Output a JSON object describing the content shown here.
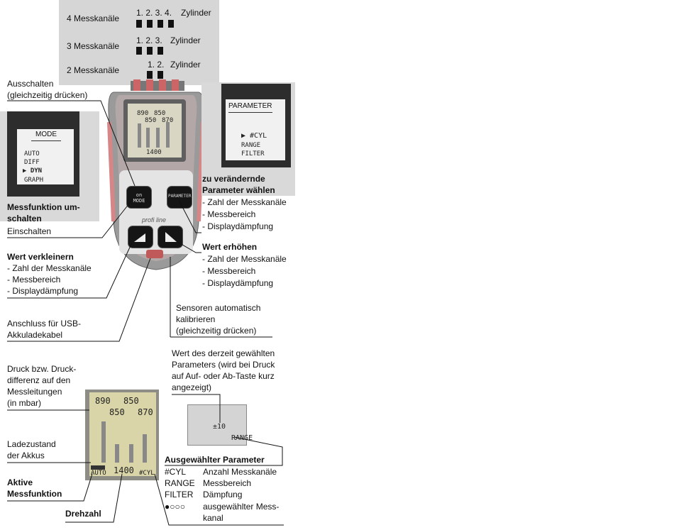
{
  "connectors": {
    "rows": [
      {
        "label": "4 Messkanäle",
        "numbers": "1.  2.  3. 4.",
        "suffix": "Zylinder"
      },
      {
        "label": "3 Messkanäle",
        "numbers": "1.  2.  3.",
        "suffix": "Zylinder"
      },
      {
        "label": "2 Messkanäle",
        "numbers": "1.  2.",
        "suffix": "Zylinder"
      }
    ]
  },
  "device": {
    "screen_values": [
      "890",
      "850",
      "850",
      "870"
    ],
    "rpm": "1400",
    "key_labels": {
      "mode": "on MODE",
      "param": "PARAMETER"
    },
    "brand": "profi line"
  },
  "mode_screen": {
    "title": "MODE",
    "items": [
      "AUTO",
      "DIFF",
      "▶ DYN",
      "GRAPH"
    ]
  },
  "param_screen": {
    "title": "PARAMETER",
    "items": [
      "▶ #CYL",
      "RANGE",
      "FILTER"
    ]
  },
  "callouts": {
    "ausschalten": [
      "Ausschalten",
      "(gleichzeitig drücken)"
    ],
    "messfunktion": [
      "Messfunktion um-",
      "schalten"
    ],
    "einschalten": "Einschalten",
    "parameter_waehlen": [
      "zu verändernde",
      "Parameter wählen"
    ],
    "param_list_right": [
      "- Zahl der Messkanäle",
      "- Messbereich",
      "- Displaydämpfung"
    ],
    "wert_verkleinern": "Wert verkleinern",
    "verkleinern_list": [
      "- Zahl der Messkanäle",
      "- Messbereich",
      "- Displaydämpfung"
    ],
    "wert_erhoehen": "Wert erhöhen",
    "erhoehen_list": [
      "- Zahl der Messkanäle",
      "- Messbereich",
      "- Displaydämpfung"
    ],
    "usb": [
      "Anschluss für USB-",
      "Akkuladekabel"
    ],
    "sensoren": [
      "Sensoren automatisch",
      "kalibrieren",
      "(gleichzeitig drücken)"
    ],
    "wert_des": [
      "Wert des derzeit gewählten",
      "Parameters (wird bei Druck",
      "auf Auf- oder Ab-Taste kurz",
      "angezeigt)"
    ],
    "druck": [
      "Druck bzw. Druck-",
      "differenz auf den",
      "Messleitungen",
      "(in mbar)"
    ],
    "ladezustand": [
      "Ladezustand",
      "der Akkus"
    ],
    "aktive": [
      "Aktive",
      "Messfunktion"
    ],
    "drehzahl": "Drehzahl"
  },
  "big_screen": {
    "top_values": [
      "890",
      "850"
    ],
    "mid_values": [
      "850",
      "870"
    ],
    "mode": "AUTO",
    "rpm": "1400",
    "param": "#CYL"
  },
  "small_screen": {
    "value": "±10",
    "label": "RANGE"
  },
  "parameter_table": {
    "title": "Ausgewählter Parameter",
    "rows": [
      {
        "key": "#CYL",
        "desc": "Anzahl Messkanäle"
      },
      {
        "key": "RANGE",
        "desc": "Messbereich"
      },
      {
        "key": "FILTER",
        "desc": "Dämpfung"
      },
      {
        "key": "●○○○",
        "desc": "ausgewählter Mess-"
      }
    ],
    "desc_cont": "kanal"
  }
}
